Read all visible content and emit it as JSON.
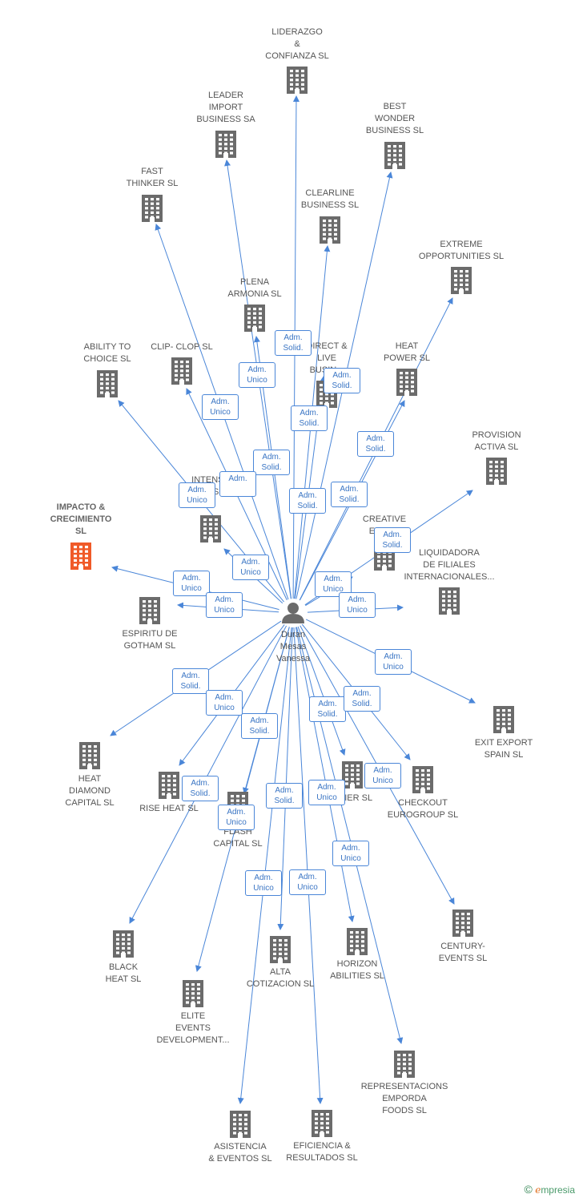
{
  "center": {
    "name": "Duran\nMesas\nVanessa",
    "icon": "person-icon"
  },
  "colors": {
    "edge": "#4a86d8",
    "building": "#6b6b6b",
    "highlight": "#f05a28",
    "badge_text": "#3a75c4"
  },
  "nodes": [
    {
      "id": "liderazgo",
      "label": "LIDERAZGO\n&\nCONFIANZA SL"
    },
    {
      "id": "leader",
      "label": "LEADER\nIMPORT\nBUSINESS SA"
    },
    {
      "id": "bestwonder",
      "label": "BEST\nWONDER\nBUSINESS SL"
    },
    {
      "id": "fastthinker",
      "label": "FAST\nTHINKER  SL"
    },
    {
      "id": "clearline",
      "label": "CLEARLINE\nBUSINESS SL"
    },
    {
      "id": "extreme",
      "label": "EXTREME\nOPPORTUNITIES SL"
    },
    {
      "id": "plena",
      "label": "PLENA\nARMONIA SL"
    },
    {
      "id": "direct",
      "label": "DIRECT &\nLIVE\nBUSIN..."
    },
    {
      "id": "heatpower",
      "label": "HEAT\nPOWER SL"
    },
    {
      "id": "ability",
      "label": "ABILITY TO\nCHOICE SL"
    },
    {
      "id": "clipclop",
      "label": "CLIP- CLOP SL"
    },
    {
      "id": "provision",
      "label": "PROVISION\nACTIVA SL"
    },
    {
      "id": "intense",
      "label": "INTENSE\n...S SL"
    },
    {
      "id": "creative",
      "label": "CREATIVE\nEXPE..."
    },
    {
      "id": "impacto",
      "label": "IMPACTO &\nCRECIMIENTO\nSL",
      "highlight": true
    },
    {
      "id": "liquidadora",
      "label": "LIQUIDADORA\nDE FILIALES\nINTERNACIONALES..."
    },
    {
      "id": "espiritu",
      "label": "ESPIRITU DE\nGOTHAM  SL"
    },
    {
      "id": "exitexport",
      "label": "EXIT EXPORT\nSPAIN SL"
    },
    {
      "id": "heatdiamond",
      "label": "HEAT\nDIAMOND\nCAPITAL SL"
    },
    {
      "id": "riseheat",
      "label": "RISE HEAT  SL"
    },
    {
      "id": "flash",
      "label": "FLASH\nCAPITAL SL"
    },
    {
      "id": "glier",
      "label": "...LIER SL"
    },
    {
      "id": "checkout",
      "label": "CHECKOUT\nEUROGROUP SL"
    },
    {
      "id": "blackheat",
      "label": "BLACK\nHEAT SL"
    },
    {
      "id": "alta",
      "label": "ALTA\nCOTIZACION SL"
    },
    {
      "id": "horizon",
      "label": "HORIZON\nABILITIES SL"
    },
    {
      "id": "century",
      "label": "CENTURY-\nEVENTS  SL"
    },
    {
      "id": "elite",
      "label": "ELITE\nEVENTS\nDEVELOPMENT..."
    },
    {
      "id": "representacions",
      "label": "REPRESENTACIONS\nEMPORDA\nFOODS  SL"
    },
    {
      "id": "asistencia",
      "label": "ASISTENCIA\n& EVENTOS  SL"
    },
    {
      "id": "eficiencia",
      "label": "EFICIENCIA &\nRESULTADOS SL"
    }
  ],
  "badges": [
    {
      "text": "Adm.\nSolid."
    },
    {
      "text": "Adm.\nUnico"
    },
    {
      "text": "Adm.\nSolid."
    },
    {
      "text": "Adm.\nUnico"
    },
    {
      "text": "Adm.\nSolid."
    },
    {
      "text": "Adm.\nSolid."
    },
    {
      "text": "Adm.\nSolid."
    },
    {
      "text": "Adm.\nUnico"
    },
    {
      "text": "Adm."
    },
    {
      "text": "Adm.\nSolid."
    },
    {
      "text": "Adm.\nSolid."
    },
    {
      "text": "Adm.\nSolid."
    },
    {
      "text": "Adm.\nUnico"
    },
    {
      "text": "Adm.\nUnico"
    },
    {
      "text": "Adm.\nUnico"
    },
    {
      "text": "Adm.\nUnico"
    },
    {
      "text": "Adm.\nUnico"
    },
    {
      "text": "Adm.\nUnico"
    },
    {
      "text": "Adm.\nSolid."
    },
    {
      "text": "Adm.\nUnico"
    },
    {
      "text": "Adm.\nSolid."
    },
    {
      "text": "Adm.\nSolid."
    },
    {
      "text": "Adm.\nSolid."
    },
    {
      "text": "Adm.\nSolid."
    },
    {
      "text": "Adm.\nUnico"
    },
    {
      "text": "Adm.\nUnico"
    },
    {
      "text": "Adm.\nSolid."
    },
    {
      "text": "Adm.\nUnico"
    },
    {
      "text": "Adm.\nUnico"
    },
    {
      "text": "Adm.\nUnico"
    },
    {
      "text": "Adm.\nUnico"
    }
  ],
  "footer": {
    "copyright": "©",
    "brand": "mpresia",
    "brand_initial": "e"
  }
}
